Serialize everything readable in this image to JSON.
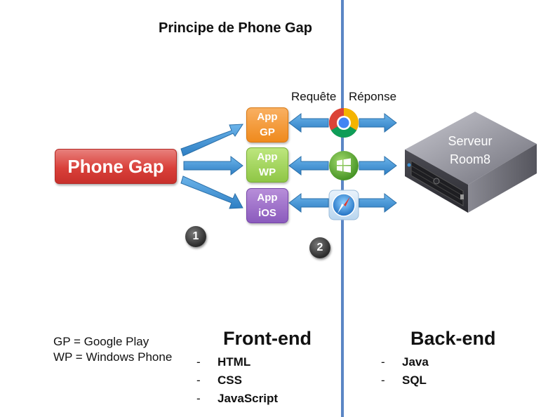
{
  "title": "Principe de Phone Gap",
  "phonegap_label": "Phone Gap",
  "apps": [
    {
      "line1": "App",
      "line2": "GP"
    },
    {
      "line1": "App",
      "line2": "WP"
    },
    {
      "line1": "App",
      "line2": "iOS"
    }
  ],
  "request_label": "Requête",
  "response_label": "Réponse",
  "server": {
    "line1": "Serveur",
    "line2": "Room8"
  },
  "badges": [
    "1",
    "2"
  ],
  "legend": [
    "GP = Google Play",
    "WP = Windows Phone"
  ],
  "frontend": {
    "heading": "Front-end",
    "items": [
      "HTML",
      "CSS",
      "JavaScript"
    ]
  },
  "backend": {
    "heading": "Back-end",
    "items": [
      "Java",
      "SQL"
    ]
  },
  "colors": {
    "divider": "#5b86c5",
    "arrow": "#3d8fd1",
    "phonegap": "#d9403a",
    "app_gp": "#ef8a1d",
    "app_wp": "#8fc646",
    "app_ios": "#8b5bbd"
  },
  "icons": [
    "chrome-icon",
    "windows-icon",
    "safari-icon",
    "server-icon"
  ]
}
